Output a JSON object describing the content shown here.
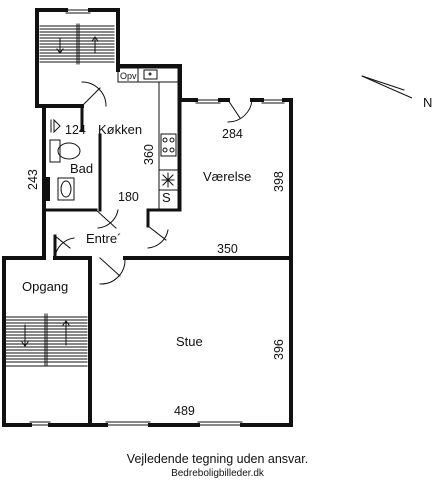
{
  "rooms": {
    "kitchen": "Køkken",
    "bath": "Bad",
    "bedroom": "Værelse",
    "entry": "Entre´",
    "stairwell": "Opgang",
    "living": "Stue"
  },
  "dimensions": {
    "kitchen_width": "360",
    "kitchen_depth": "180",
    "bath_width": "124",
    "bath_depth": "243",
    "bedroom_width": "284",
    "bedroom_depth": "398",
    "bedroom_floor": "350",
    "living_depth": "396",
    "living_width": "489"
  },
  "fixtures": {
    "dishwasher": "Opv",
    "stove": "S"
  },
  "compass": {
    "label": "N"
  },
  "footer": {
    "disclaimer": "Vejledende tegning uden ansvar.",
    "source": "Bedreboligbilleder.dk"
  }
}
